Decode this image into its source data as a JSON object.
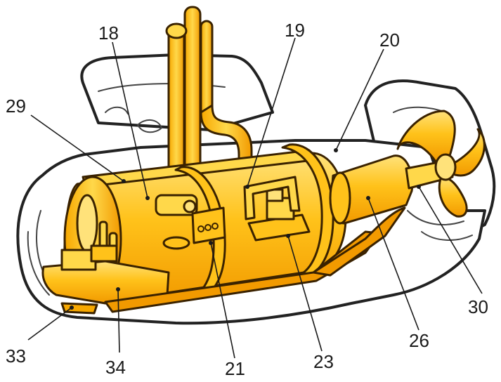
{
  "diagram": {
    "callouts": [
      {
        "id": "18",
        "label": "18"
      },
      {
        "id": "19",
        "label": "19"
      },
      {
        "id": "20",
        "label": "20"
      },
      {
        "id": "29",
        "label": "29"
      },
      {
        "id": "21",
        "label": "21"
      },
      {
        "id": "23",
        "label": "23"
      },
      {
        "id": "26",
        "label": "26"
      },
      {
        "id": "30",
        "label": "30"
      },
      {
        "id": "33",
        "label": "33"
      },
      {
        "id": "34",
        "label": "34"
      }
    ],
    "colors": {
      "gold_light": "#FFE27A",
      "gold_mid": "#FFC21A",
      "gold_dark": "#F29A00",
      "gold_shadow": "#D97F00",
      "outline": "#222222",
      "ghost_fill": "#FFFFFF"
    }
  }
}
